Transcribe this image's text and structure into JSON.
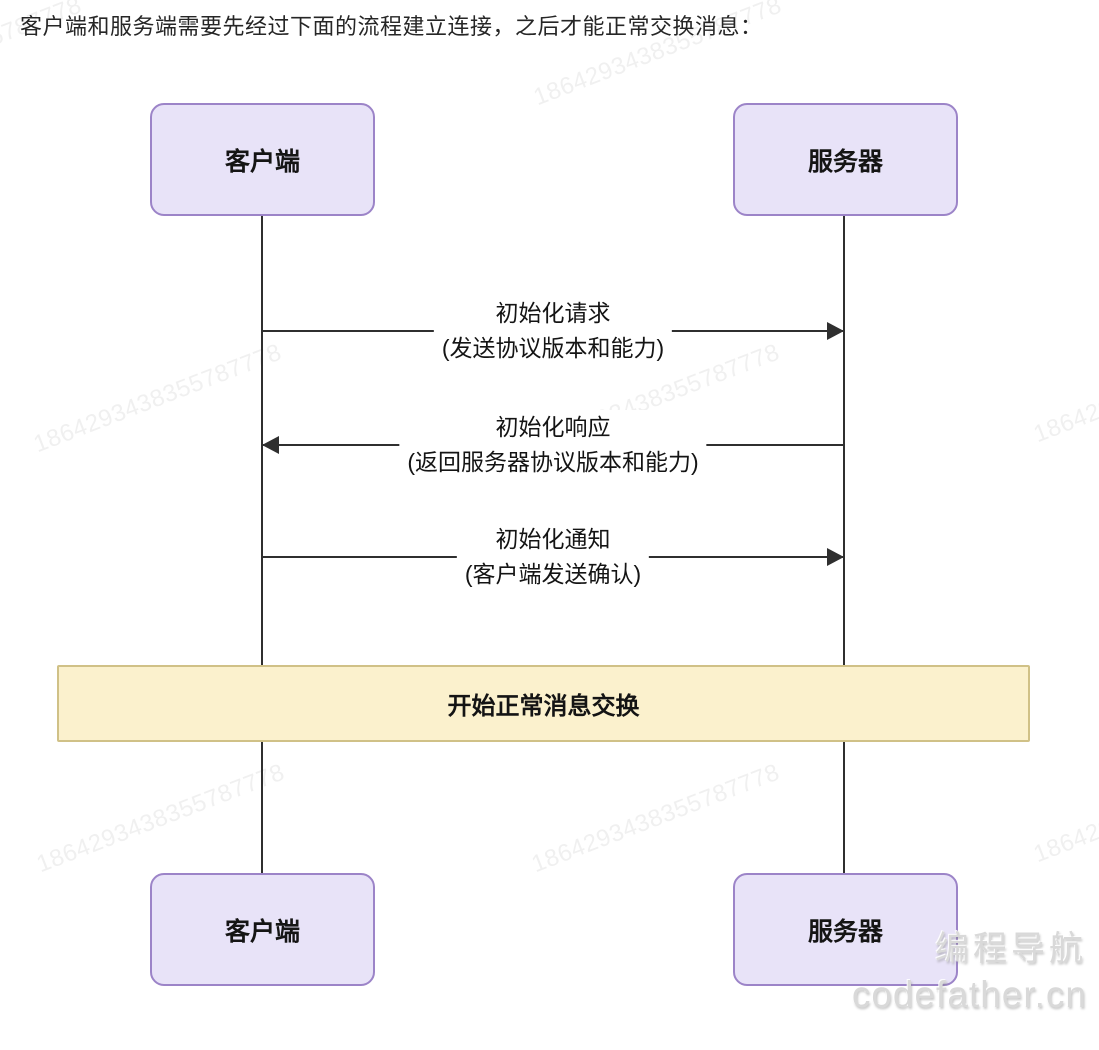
{
  "page_title": "客户端和服务端需要先经过下面的流程建立连接，之后才能正常交换消息：",
  "diagram": {
    "type": "sequence",
    "actors": [
      {
        "id": "client",
        "label": "客户端"
      },
      {
        "id": "server",
        "label": "服务器"
      }
    ],
    "messages": [
      {
        "from": "客户端",
        "to": "服务器",
        "direction": "left-to-right",
        "line1": "初始化请求",
        "line2": "(发送协议版本和能力)"
      },
      {
        "from": "服务器",
        "to": "客户端",
        "direction": "right-to-left",
        "line1": "初始化响应",
        "line2": "(返回服务器协议版本和能力)"
      },
      {
        "from": "客户端",
        "to": "服务器",
        "direction": "left-to-right",
        "line1": "初始化通知",
        "line2": "(客户端发送确认)"
      }
    ],
    "note_band": {
      "label": "开始正常消息交换"
    },
    "colors": {
      "actor_fill": "#e8e3f8",
      "actor_border": "#9c84c8",
      "note_fill": "#fbf1cd",
      "note_border": "#d0c187",
      "line": "#2f2f2f"
    }
  },
  "watermarks": {
    "number": "1864293438355787778",
    "brand_name": "编程导航",
    "brand_site": "codefather.cn"
  }
}
